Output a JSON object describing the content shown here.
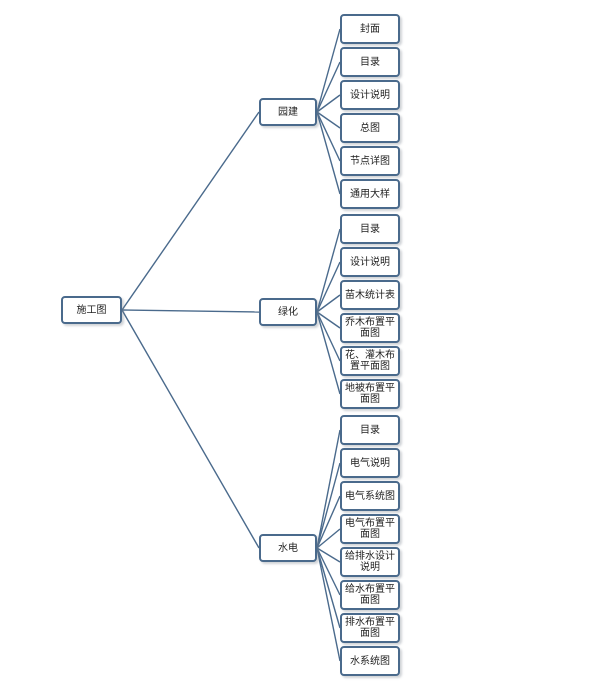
{
  "root": {
    "label": "施工图"
  },
  "branches": [
    {
      "label": "园建",
      "children": [
        "封面",
        "目录",
        "设计说明",
        "总图",
        "节点详图",
        "通用大样"
      ]
    },
    {
      "label": "绿化",
      "children": [
        "目录",
        "设计说明",
        "苗木统计表",
        "乔木布置平面图",
        "花、灌木布置平面图",
        "地被布置平面图"
      ]
    },
    {
      "label": "水电",
      "children": [
        "目录",
        "电气说明",
        "电气系统图",
        "电气布置平面图",
        "给排水设计说明",
        "给水布置平面图",
        "排水布置平面图",
        "水系统图"
      ]
    }
  ],
  "colors": {
    "line": "#4a6a8c",
    "border": "#4a6a8c"
  }
}
